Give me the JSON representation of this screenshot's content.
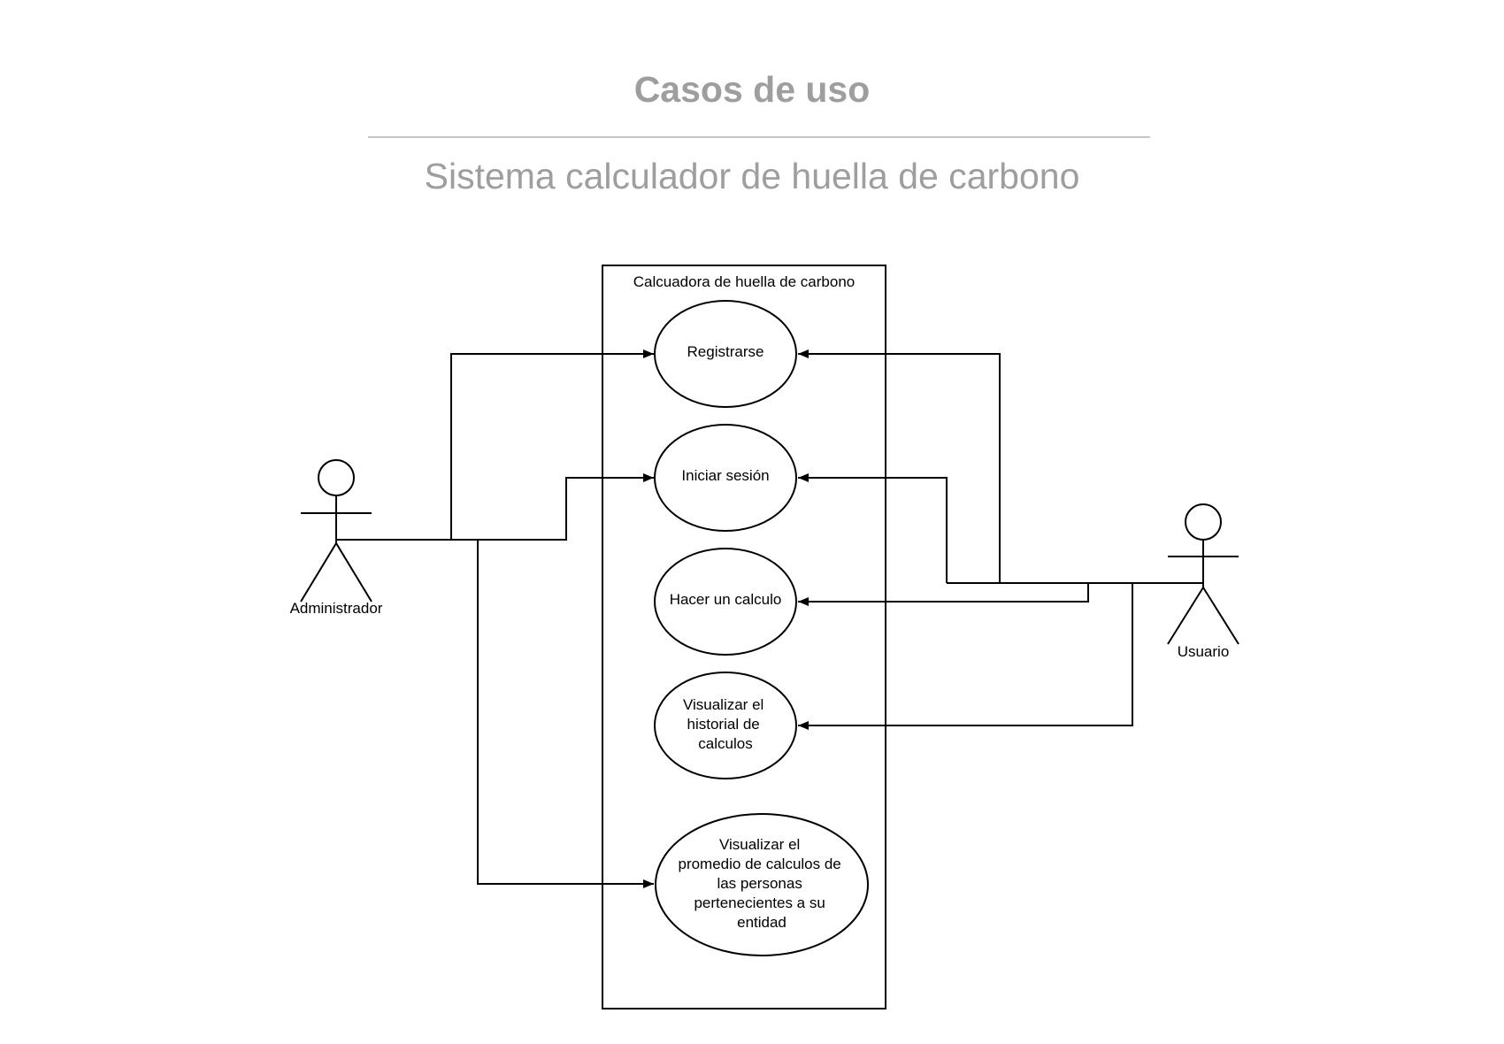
{
  "header": {
    "title": "Casos de uso",
    "subtitle": "Sistema calculador de huella de carbono"
  },
  "system": {
    "label": "Calcuadora de huella de carbono"
  },
  "actors": {
    "admin": "Administrador",
    "user": "Usuario"
  },
  "use_cases": {
    "registrarse": [
      "Registrarse"
    ],
    "iniciar_sesion": [
      "Iniciar sesión"
    ],
    "hacer_calculo": [
      "Hacer un calculo"
    ],
    "historial": [
      "Visualizar el",
      "historial de",
      "calculos"
    ],
    "promedio": [
      "Visualizar el",
      "promedio de calculos de",
      "las personas",
      "pertenecientes a su",
      "entidad"
    ]
  }
}
